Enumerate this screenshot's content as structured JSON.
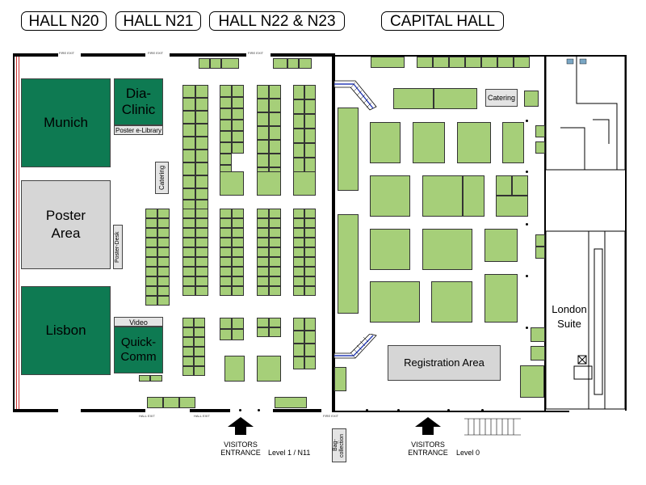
{
  "halls": {
    "n20": "HALL  N20",
    "n21": "HALL  N21",
    "n22_n23": "HALL  N22 & N23",
    "capital": "CAPITAL HALL"
  },
  "rooms": {
    "munich": "Munich",
    "poster_area": "Poster\nArea",
    "lisbon": "Lisbon",
    "dia_clinic": "Dia-\nClinic",
    "poster_elibrary": "Poster e-Library",
    "catering_left": "Catering",
    "poster_desk": "Poster-Desk",
    "video": "Video",
    "quick_comm": "Quick-\nComm",
    "catering_right": "Catering",
    "registration": "Registration Area",
    "london_suite": "London\nSuite",
    "bag_collection": "Bag-\ncollection"
  },
  "entrances": {
    "left": "VISITORS\nENTRANCE",
    "left_level": "Level 1 / N11",
    "right": "VISITORS\nENTRANCE",
    "right_level": "Level 0"
  },
  "signs": {
    "fire_exit": "FIRE EXIT",
    "hall_exit": "HALL EXIT"
  },
  "colors": {
    "booth": "#a6cf79",
    "room_green": "#0e7a52",
    "area_grey": "#d6d6d6",
    "stair_blue": "#2a3fb8"
  }
}
